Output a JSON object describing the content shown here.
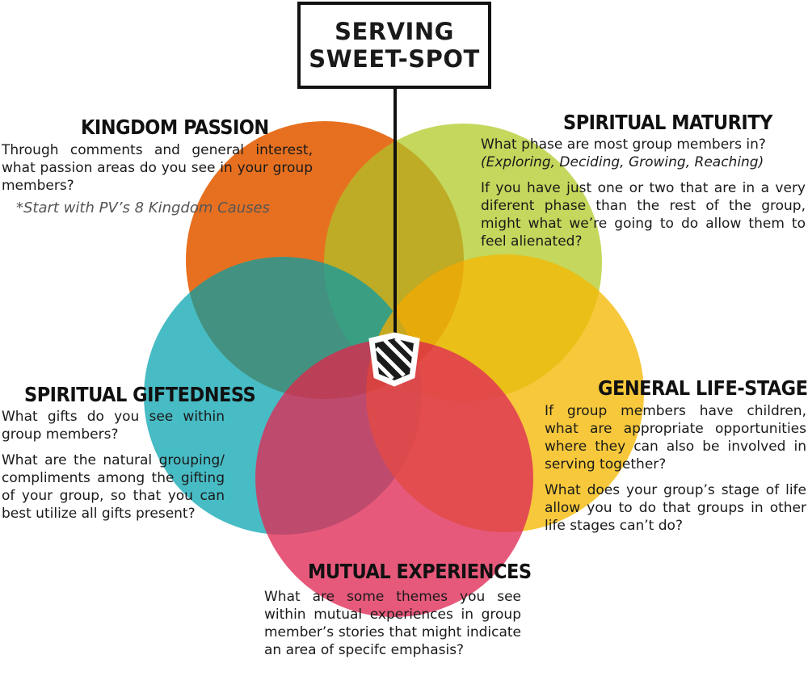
{
  "title": {
    "line1": "SERVING",
    "line2": "SWEET-SPOT"
  },
  "sections": {
    "kingdom_passion": {
      "heading": "KINGDOM PASSION",
      "text": "Through comments and general interest, what passion areas do you see in your group members?",
      "note": "*Start with PV’s 8 Kingdom Causes",
      "color": "#E9761E"
    },
    "spiritual_maturity": {
      "heading": "SPIRITUAL MATURITY",
      "text1": "What phase are most group members in?",
      "text1_italic": "(Exploring, Deciding, Growing, Reaching)",
      "text2": "If you have just one or two that are in a very diferent phase than the rest of the group, might what we’re going to do allow them to feel alienated?",
      "color": "#B5CC2E"
    },
    "spiritual_giftedness": {
      "heading": "SPIRITUAL GIFTEDNESS",
      "text1": "What gifts do you see within group members?",
      "text2": "What are the natural grouping/ compliments among the gifting of your group, so that you can best utilize all gifts present?",
      "color": "#14A9B5"
    },
    "general_life_stage": {
      "heading": "GENERAL LIFE-STAGE",
      "text1": "If group members have children, what are appropriate opportunities where they can also be involved in serving together?",
      "text2": "What does your group’s stage of life allow you to do that groups in other life stages can’t do?",
      "color": "#F5B904"
    },
    "mutual_experiences": {
      "heading": "MUTUAL EXPERIENCES",
      "text": "What are some themes you see within mutual experiences in group member’s stories that might indicate an area of specifc emphasis?",
      "color": "#DF2A56"
    }
  },
  "center_icon": "shield-icon"
}
